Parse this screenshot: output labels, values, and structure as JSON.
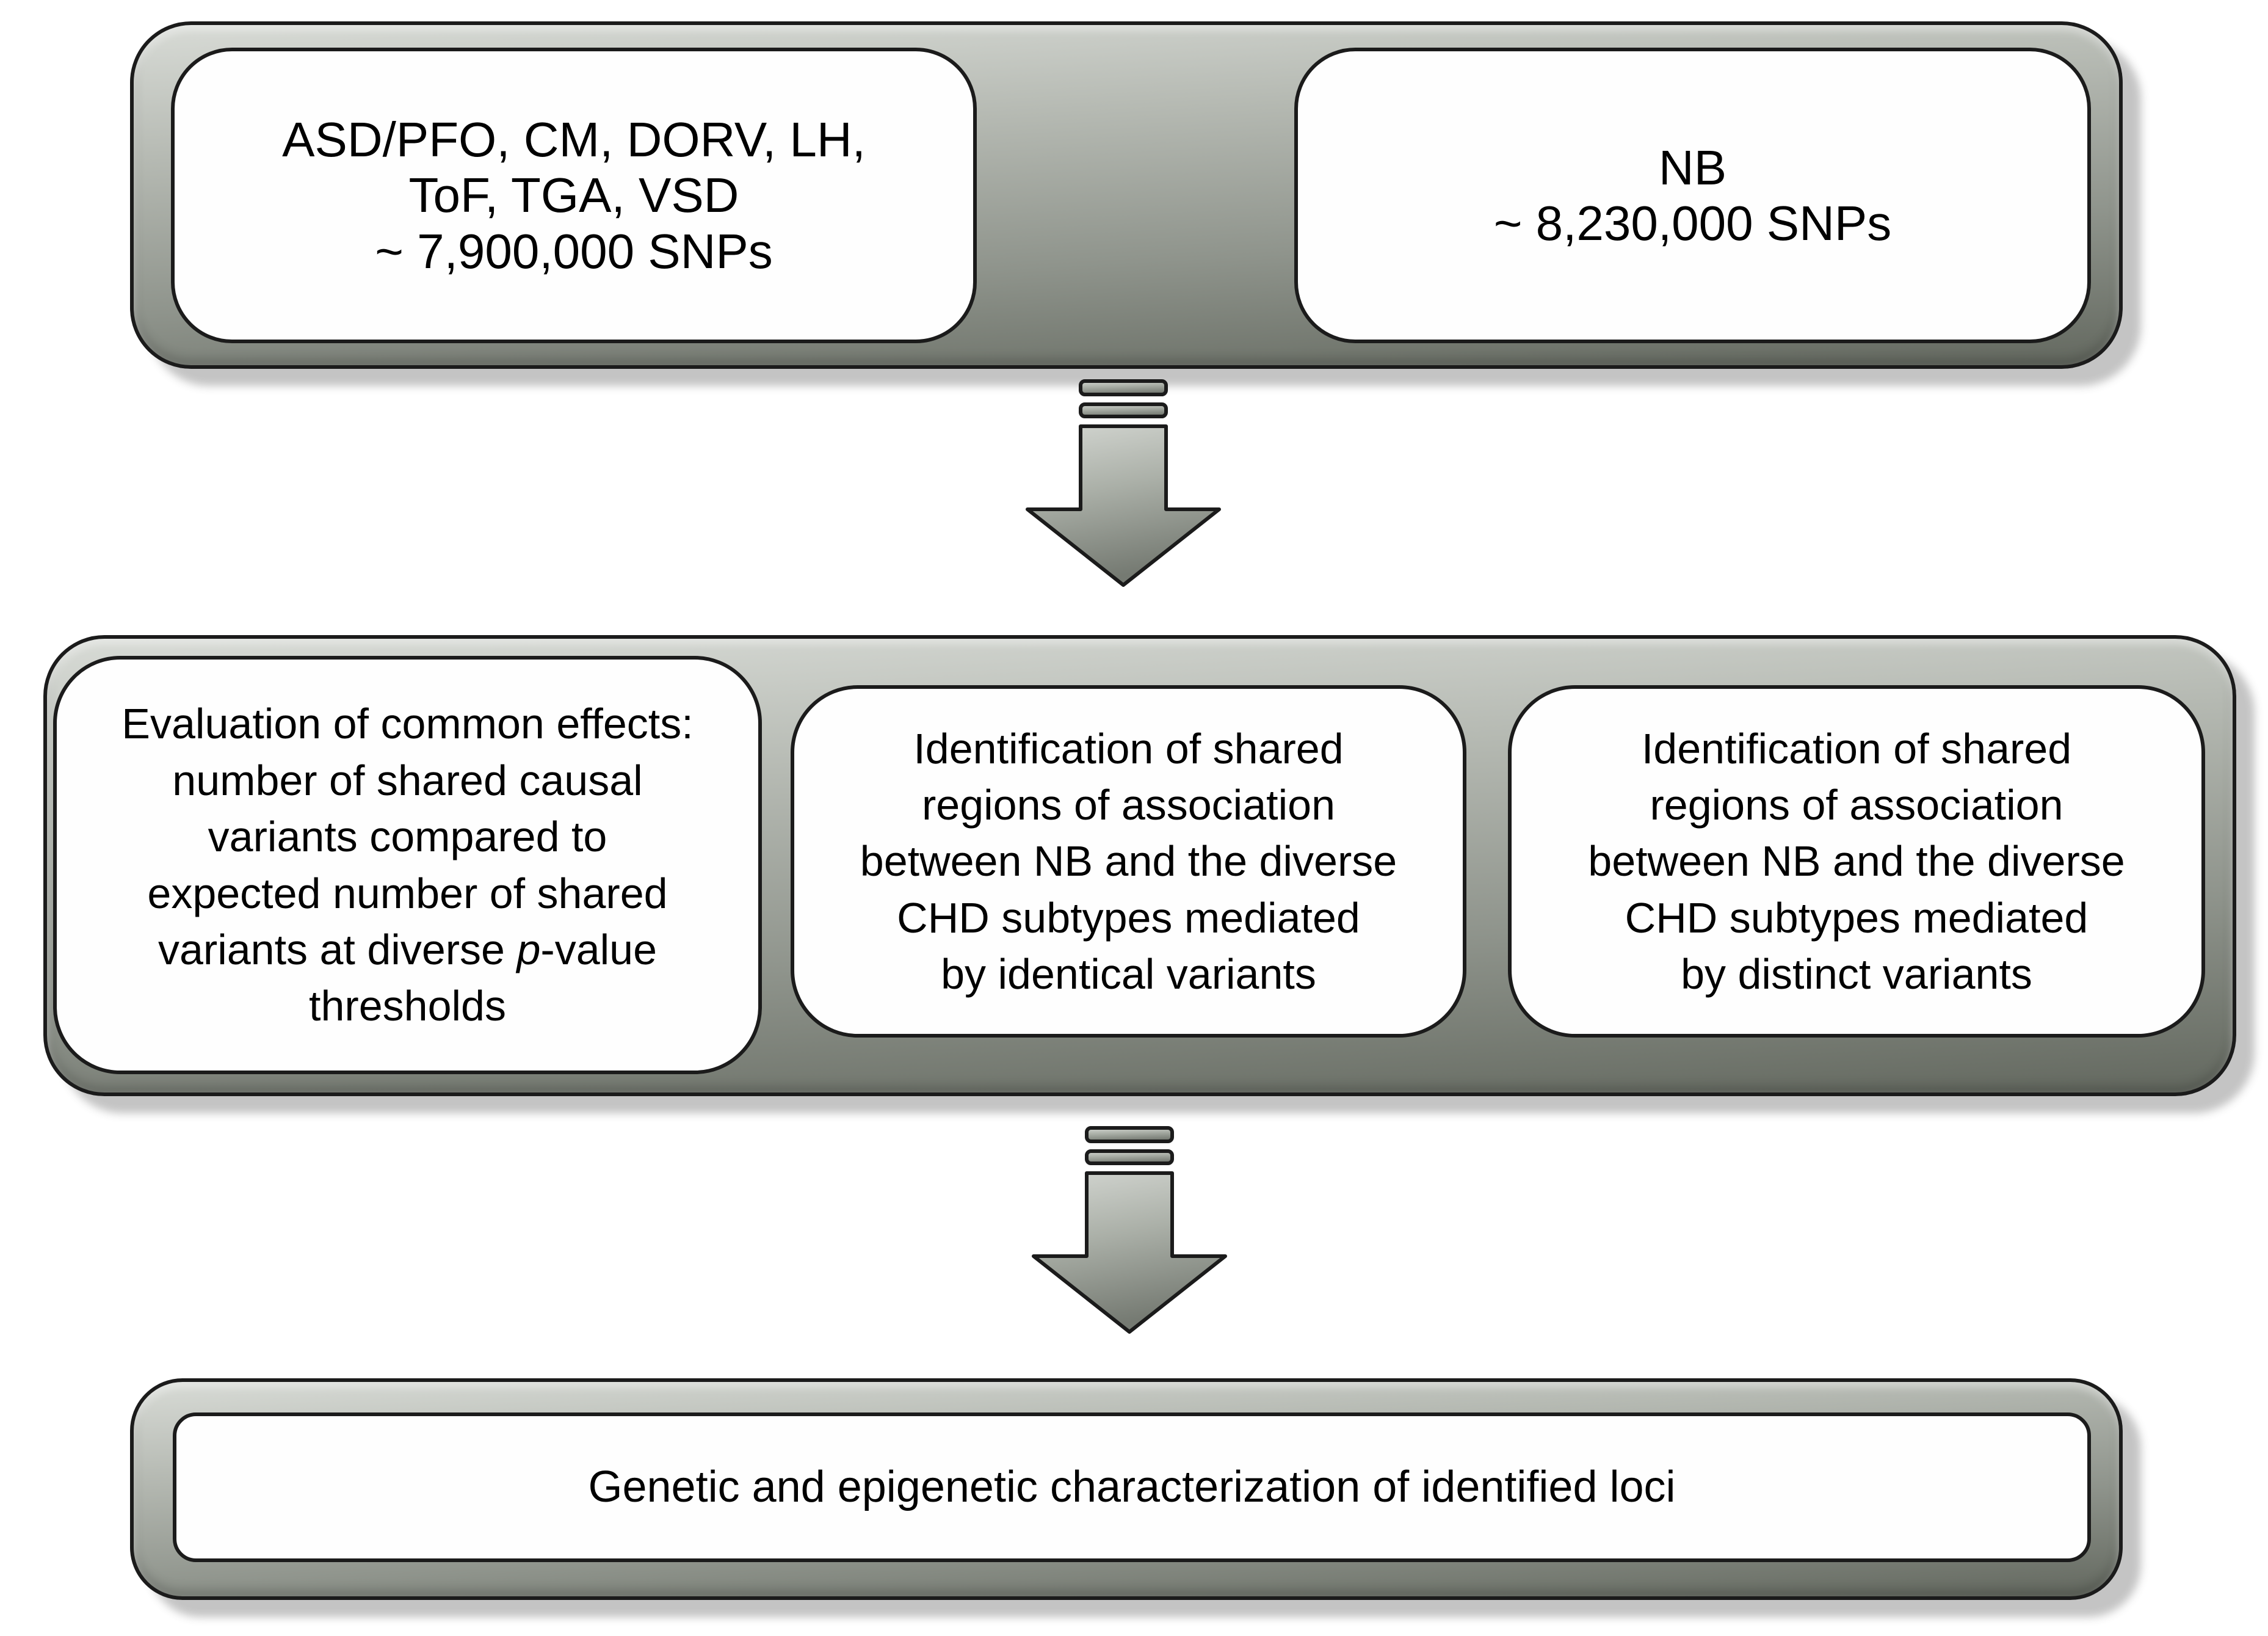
{
  "colors": {
    "panel_gradient_top": "#d8dbd6",
    "panel_gradient_bottom": "#63685f",
    "box_fill": "#fefefe",
    "outline": "#1b1b1b",
    "shadow": "rgba(60,60,60,0.30)"
  },
  "icons": {
    "down_arrow": "striped-down-arrow"
  },
  "top_row": {
    "chd_box": {
      "lines": [
        "ASD/PFO, CM, DORV, LH,",
        "ToF, TGA, VSD",
        "~ 7,900,000 SNPs"
      ]
    },
    "nb_box": {
      "lines": [
        "NB",
        "~ 8,230,000 SNPs"
      ]
    }
  },
  "middle_row": {
    "common_effects_box": {
      "lines": [
        "Evaluation of common effects:",
        "number of shared causal",
        "variants compared to",
        "expected number of shared"
      ],
      "pvalue_line": {
        "before": "variants at diverse",
        "italic": "p",
        "after": "-value"
      },
      "last_line": "thresholds"
    },
    "identical_variants_box": {
      "lines": [
        "Identification of shared",
        "regions of association",
        "between NB and the diverse",
        "CHD subtypes mediated",
        "by identical variants"
      ]
    },
    "distinct_variants_box": {
      "lines": [
        "Identification of shared",
        "regions of association",
        "between NB and the diverse",
        "CHD subtypes mediated",
        "by distinct variants"
      ]
    }
  },
  "bottom_row": {
    "characterization_box": {
      "line": "Genetic and epigenetic characterization of identified loci"
    }
  }
}
